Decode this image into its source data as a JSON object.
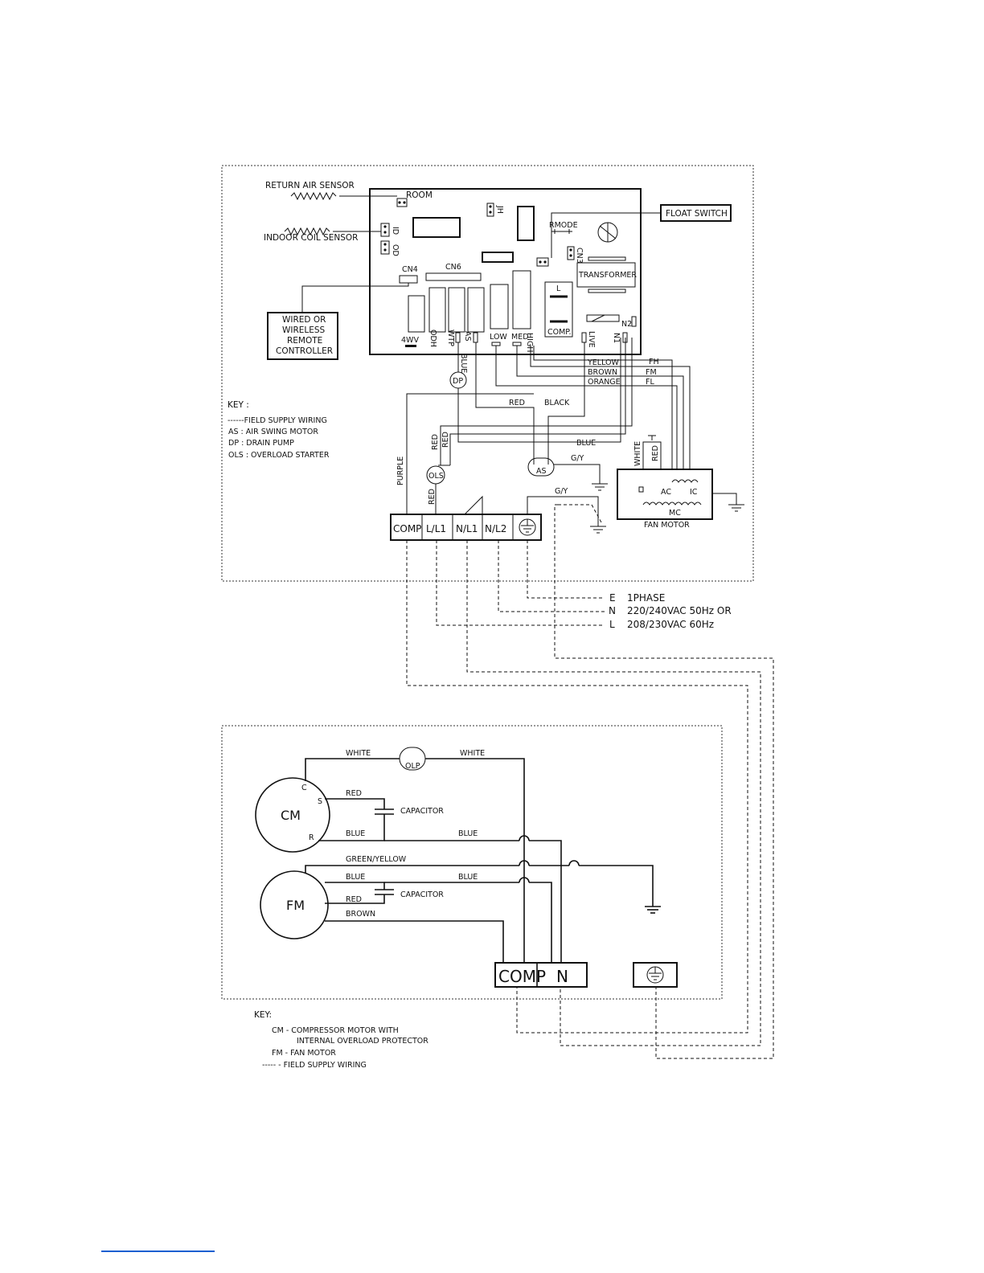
{
  "upper": {
    "return_air_sensor": "RETURN AIR SENSOR",
    "room": "ROOM",
    "indoor_coil_sensor": "INDOOR COIL SENSOR",
    "id": "ID",
    "od": "OD",
    "jh": "JH",
    "rmode": "RMODE",
    "cn3": "CN3",
    "cn4": "CN4",
    "cn6": "CN6",
    "transformer": "TRANSFORMER",
    "float_switch": "FLOAT SWITCH",
    "remote_controller": [
      "WIRED OR",
      "WIRELESS",
      "REMOTE",
      "CONTROLLER"
    ],
    "relay_labels": {
      "l": "L",
      "comp": "COMP.",
      "n2": "N2",
      "4wv": "4WV",
      "odh": "ODH",
      "wtp": "WTP",
      "as": "AS",
      "low": "LOW",
      "med": "MED",
      "high": "HIGH",
      "live": "LIVE",
      "n1": "N1"
    },
    "wire_colors": {
      "yellow": "YELLOW",
      "brown": "BROWN",
      "orange": "ORANGE",
      "fh": "FH",
      "fm": "FM",
      "fl": "FL",
      "blue_v": "BLUE",
      "dp": "DP",
      "red1": "RED",
      "black": "BLACK",
      "red_a": "RED",
      "red_b": "RED",
      "blue": "BLUE",
      "purple": "PURPLE",
      "ols": "OLS",
      "red_c": "RED",
      "as_motor": "AS",
      "gy1": "G/Y",
      "gy2": "G/Y",
      "white": "WHITE",
      "red_d": "RED",
      "ac": "AC",
      "ic": "IC",
      "mc": "MC",
      "fan_motor": "FAN MOTOR"
    },
    "key": {
      "title": "KEY :",
      "lines": [
        "------FIELD SUPPLY WIRING",
        "AS   : AIR SWING MOTOR",
        "DP   : DRAIN PUMP",
        "OLS  : OVERLOAD STARTER"
      ]
    },
    "terminals": [
      "COMP",
      "L/L1",
      "N/L1",
      "N/L2"
    ]
  },
  "supply": {
    "e": "E",
    "e_text": "1PHASE",
    "n": "N",
    "n_text": "220/240VAC 50Hz OR",
    "l": "L",
    "l_text": "208/230VAC 60Hz"
  },
  "lower": {
    "white1": "WHITE",
    "white2": "WHITE",
    "olp": "OLP",
    "c": "C",
    "s": "S",
    "r": "R",
    "cm": "CM",
    "red1": "RED",
    "capacitor1": "CAPACITOR",
    "blue1": "BLUE",
    "blue2": "BLUE",
    "green_yellow": "GREEN/YELLOW",
    "blue3": "BLUE",
    "blue4": "BLUE",
    "fm": "FM",
    "red2": "RED",
    "capacitor2": "CAPACITOR",
    "brown": "BROWN",
    "terminals": [
      "COMP",
      "N"
    ]
  },
  "key2": {
    "title": "KEY:",
    "cm_line1": "CM  -  COMPRESSOR MOTOR WITH",
    "cm_line2": "INTERNAL OVERLOAD PROTECTOR",
    "fm_line": "FM  -  FAN MOTOR",
    "field_line": "-----  -  FIELD SUPPLY WIRING"
  }
}
